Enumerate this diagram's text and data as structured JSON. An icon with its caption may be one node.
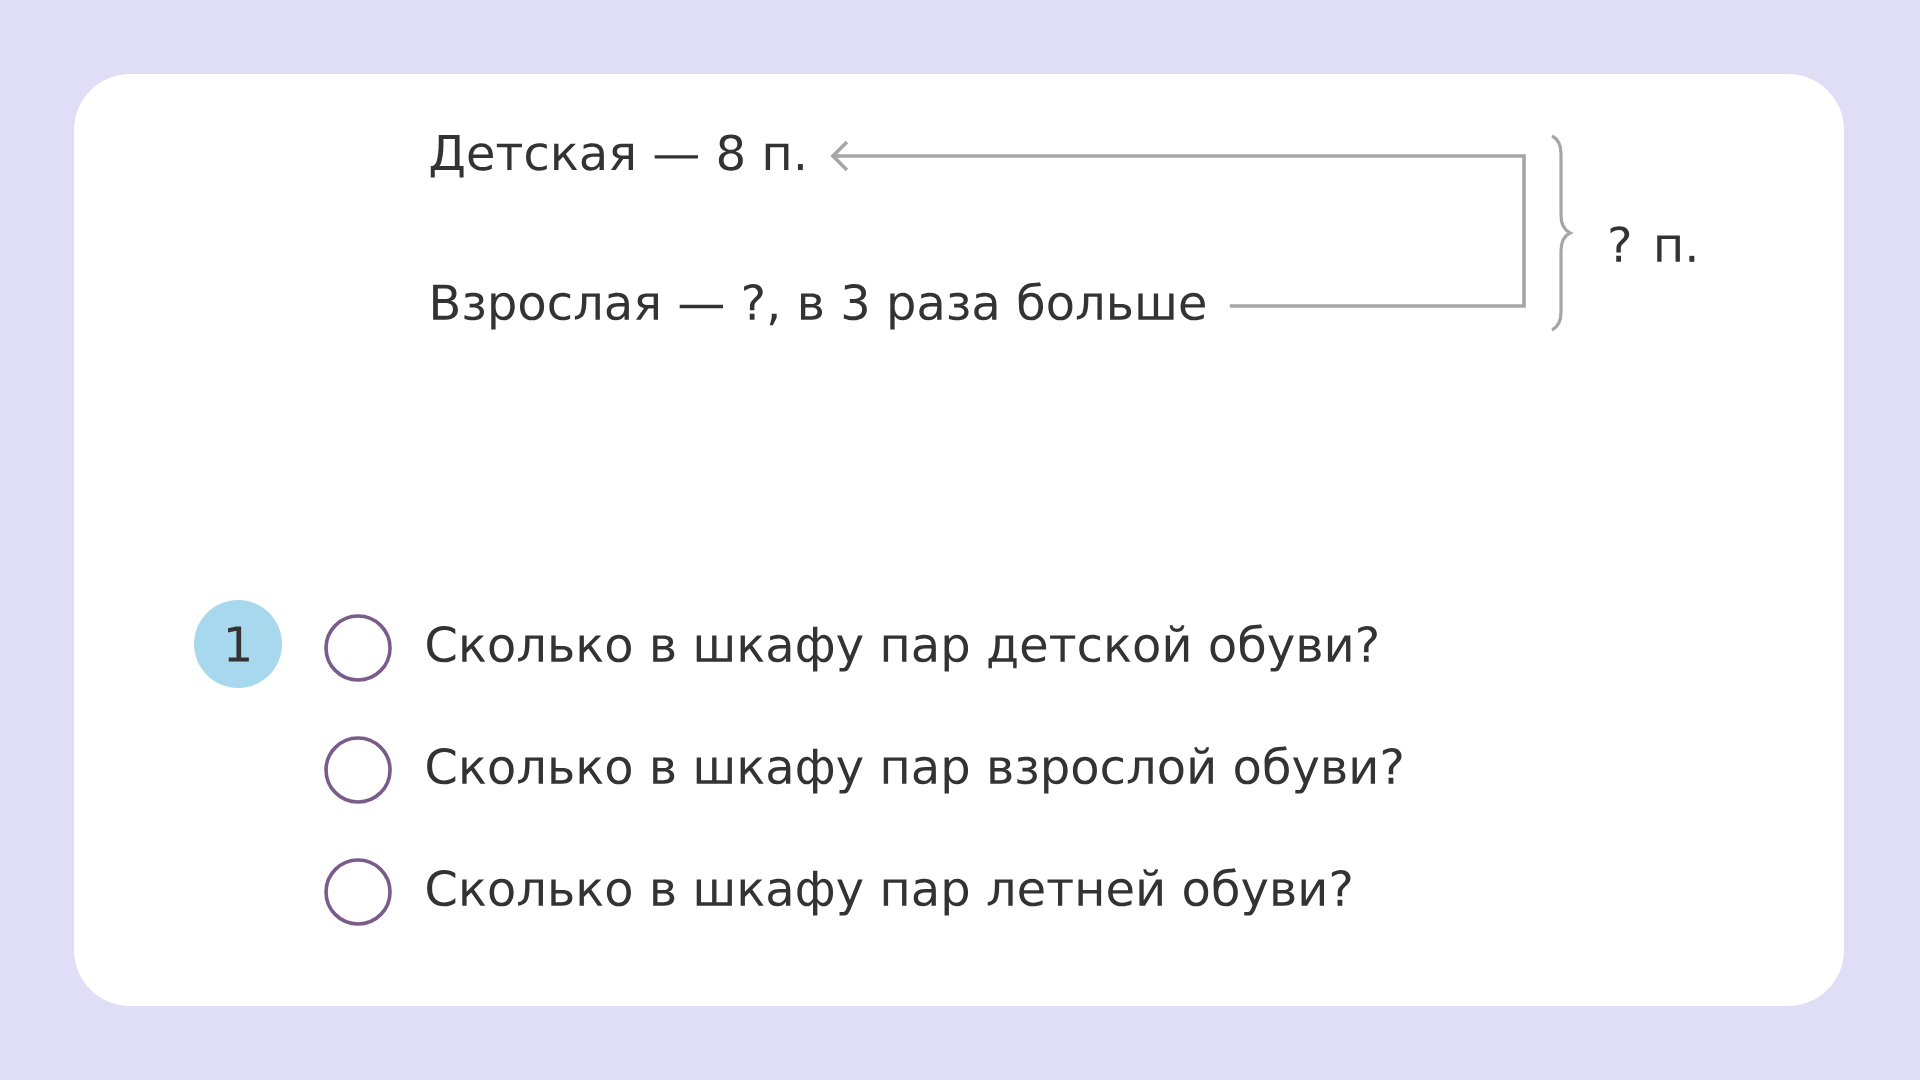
{
  "diagram": {
    "nodes": [
      {
        "text": [
          "Детская — 8 п."
        ]
      },
      {
        "text": [
          "Взрослая — ?, в 3 раза больше"
        ]
      }
    ],
    "edges": [
      {
        "from": 1,
        "to": 0,
        "arrow": "to",
        "color": "#a6a6a6"
      }
    ],
    "labels": [
      "? п.",
      "1",
      "Сколько в шкафу пар детской обуви?",
      "Сколько в шкафу пар взрослой обуви?",
      "Сколько в шкафу пар летней обуви?"
    ]
  }
}
